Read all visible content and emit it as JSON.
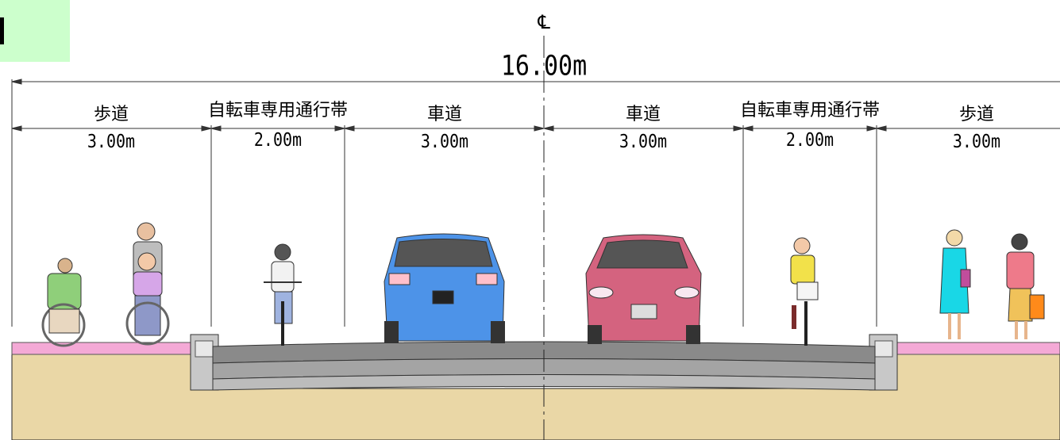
{
  "centerline_symbol": "℄",
  "total_width": "16.00m",
  "sections": [
    {
      "name": "歩道",
      "width": "3.00m"
    },
    {
      "name": "自転車専用通行帯",
      "width": "2.00m"
    },
    {
      "name": "車道",
      "width": "3.00m"
    },
    {
      "name": "車道",
      "width": "3.00m"
    },
    {
      "name": "自転車専用通行帯",
      "width": "2.00m"
    },
    {
      "name": "歩道",
      "width": "3.00m"
    }
  ],
  "colors": {
    "sidewalk": "#f4a9d6",
    "ground": "#ead7a6",
    "asphalt": "#8a8a8a",
    "car_left": "#4d93e8",
    "car_right": "#d4637f",
    "label_tab": "#ccffcc"
  }
}
